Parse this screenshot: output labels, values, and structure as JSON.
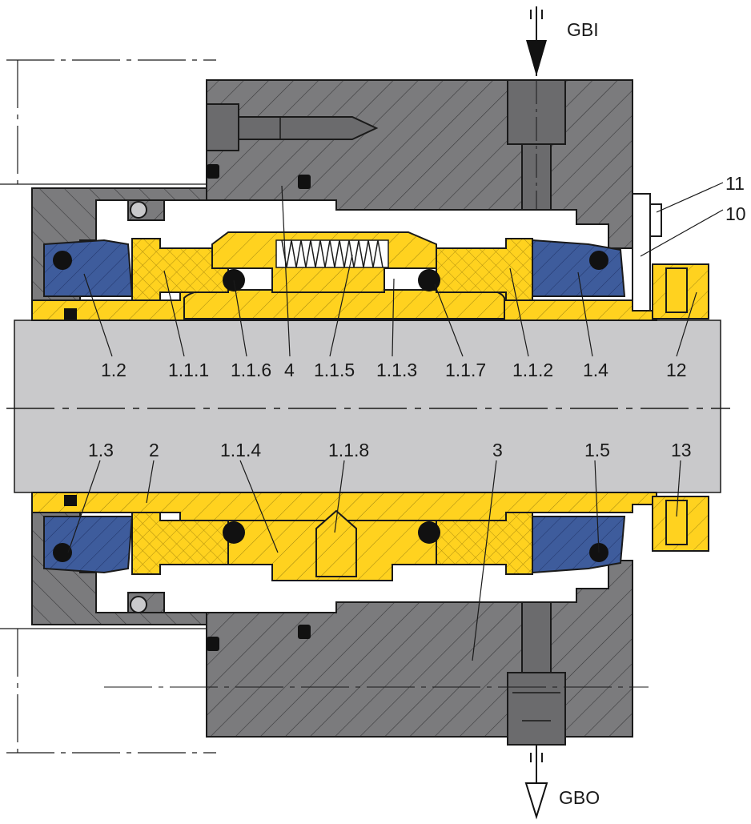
{
  "colors": {
    "housing": "#7b7b7d",
    "housing_dark": "#5f5f61",
    "hatch": "#3a3a3c",
    "shaft": "#c9c9cb",
    "yellow": "#ffd21f",
    "blue": "#3e5c9c",
    "black": "#111111",
    "white": "#ffffff",
    "line": "#1a1a1a"
  },
  "ports": {
    "inlet": "GBI",
    "outlet": "GBO"
  },
  "labels_top": [
    "1.2",
    "1.1.1",
    "1.1.6",
    "4",
    "1.1.5",
    "1.1.3",
    "1.1.7",
    "1.1.2",
    "1.4",
    "12"
  ],
  "labels_bottom": [
    "1.3",
    "2",
    "1.1.4",
    "1.1.8",
    "3",
    "1.5",
    "13"
  ],
  "labels_right": [
    "11",
    "10"
  ]
}
